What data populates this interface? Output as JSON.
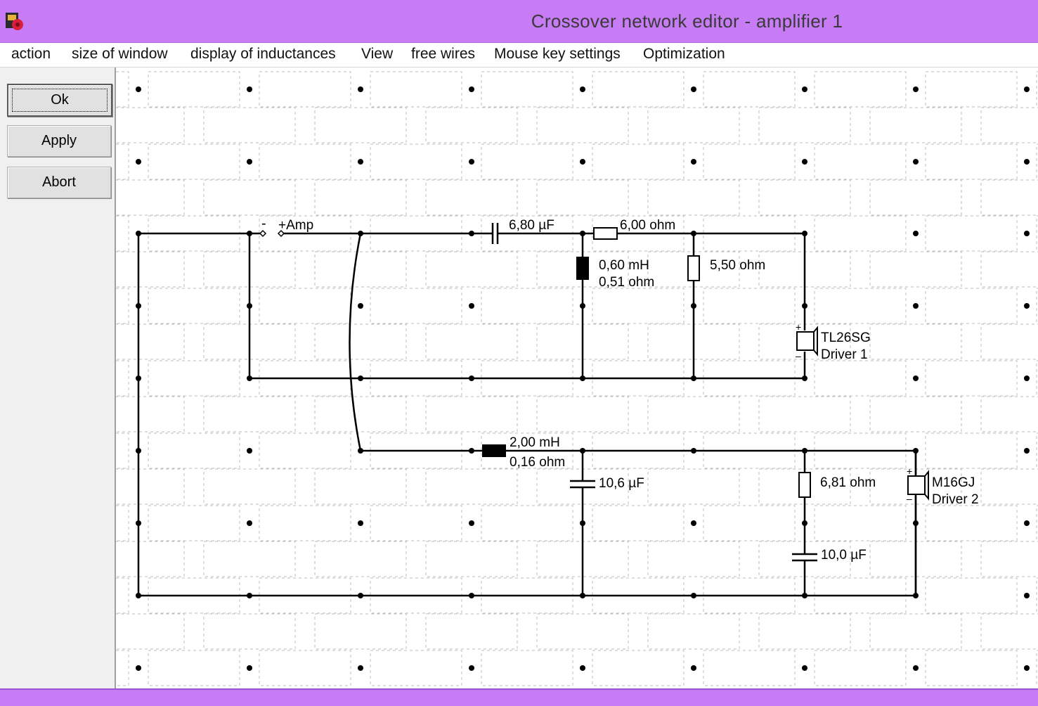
{
  "window": {
    "title": "Crossover network editor - amplifier 1",
    "icon": "speaker-app-icon"
  },
  "menu": {
    "action": "action",
    "size_of_window": "size of window",
    "display_of_inductances": "display of inductances",
    "view": "View",
    "free_wires": "free wires",
    "mouse_key_settings": "Mouse key settings",
    "optimization": "Optimization"
  },
  "buttons": {
    "ok": "Ok",
    "apply": "Apply",
    "abort": "Abort"
  },
  "circuit": {
    "amp_minus": "-",
    "amp_plus": "+Amp",
    "cap1": "6,80 µF",
    "res1": "6,00 ohm",
    "ind1_value": "0,60 mH",
    "ind1_resistance": "0,51 ohm",
    "res2": "5,50 ohm",
    "driver1_model": "TL26SG",
    "driver1_name": "Driver 1",
    "ind2_value": "2,00 mH",
    "ind2_resistance": "0,16 ohm",
    "cap2": "10,6 µF",
    "res3": "6,81 ohm",
    "cap3": "10,0 µF",
    "driver2_model": "M16GJ",
    "driver2_name": "Driver 2",
    "plus_sign": "+",
    "minus_sign": "–"
  },
  "colors": {
    "titlebar": "#c77cf6",
    "panel": "#f0f0f0",
    "grid_dash": "#bdbdbd"
  }
}
